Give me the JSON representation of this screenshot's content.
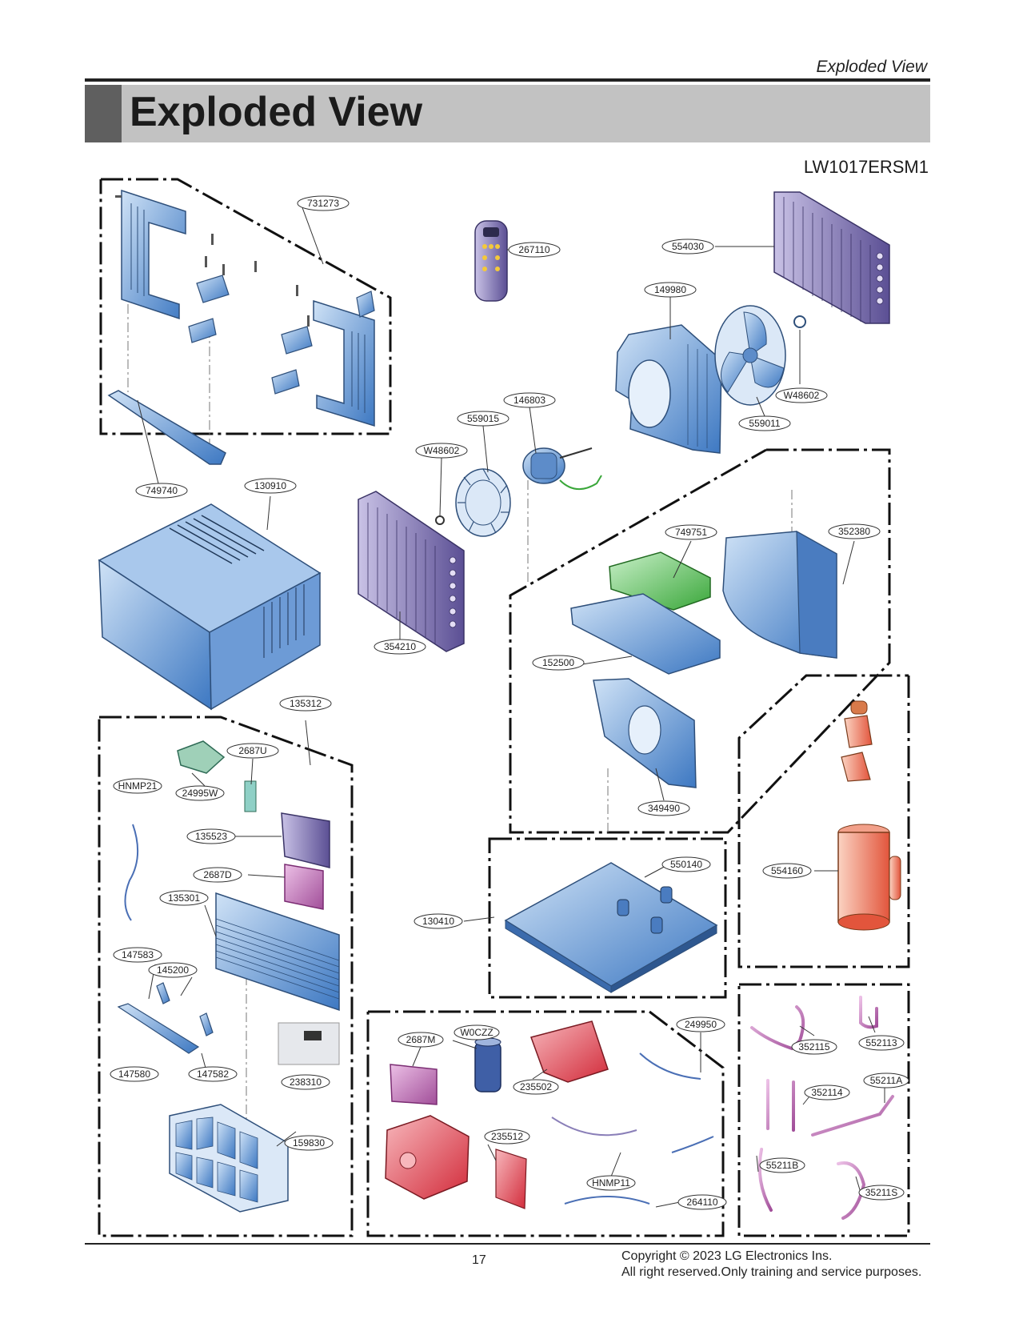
{
  "header": {
    "section_label": "Exploded View",
    "title": "Exploded View",
    "model": "LW1017ERSM1"
  },
  "footer": {
    "page_number": "17",
    "copyright_line1": "Copyright © 2023 LG Electronics Ins.",
    "copyright_line2": "All right reserved.Only training and service purposes."
  },
  "colors": {
    "part_blue": "#6f9fd8",
    "coil_purple": "#8a7fb8",
    "board_purple": "#c77bc0",
    "compressor_orange": "#f08a6a",
    "box_red": "#e0505a",
    "tray_green": "#5cc25c",
    "pipe_pink": "#d07fc6"
  },
  "part_labels": [
    "731273",
    "267110",
    "554030",
    "149980",
    "W48602",
    "559011",
    "146803",
    "559015",
    "W48602",
    "749740",
    "130910",
    "354210",
    "749751",
    "352380",
    "152500",
    "349490",
    "135312",
    "2687U",
    "HNMP21",
    "24995W",
    "135523",
    "2687D",
    "135301",
    "147583",
    "145200",
    "147580",
    "147582",
    "238310",
    "159830",
    "550140",
    "130410",
    "554160",
    "249950",
    "2687M",
    "W0CZZ",
    "235502",
    "235512",
    "HNMP11",
    "264110",
    "352115",
    "552113",
    "352114",
    "55211A",
    "55211B",
    "35211S"
  ]
}
